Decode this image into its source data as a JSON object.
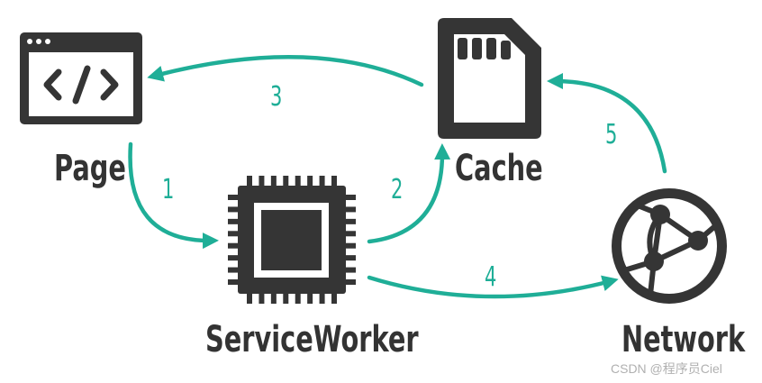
{
  "colors": {
    "arrow": "#1fae97",
    "node": "#353535"
  },
  "nodes": {
    "page": {
      "label": "Page",
      "icon": "code-window-icon"
    },
    "service_worker": {
      "label": "ServiceWorker",
      "icon": "chip-icon"
    },
    "cache": {
      "label": "Cache",
      "icon": "memory-card-icon"
    },
    "network": {
      "label": "Network",
      "icon": "globe-network-icon"
    }
  },
  "arrows": [
    {
      "step": "1",
      "from": "Page",
      "to": "ServiceWorker"
    },
    {
      "step": "2",
      "from": "ServiceWorker",
      "to": "Cache"
    },
    {
      "step": "3",
      "from": "Cache",
      "to": "Page"
    },
    {
      "step": "4",
      "from": "ServiceWorker",
      "to": "Network"
    },
    {
      "step": "5",
      "from": "Network",
      "to": "Cache"
    }
  ],
  "watermark": "CSDN @程序员Ciel"
}
